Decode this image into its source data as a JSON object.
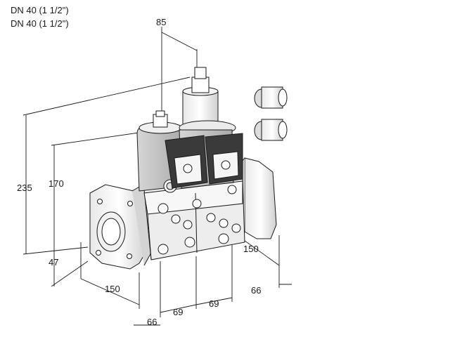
{
  "header": {
    "line1": "DN 40 (1 1/2\")",
    "line2": "DN 40 (1 1/2\")"
  },
  "dimensions": {
    "top_width": "85",
    "total_height": "235",
    "upper_height": "170",
    "lower_height": "47",
    "flange_left": "150",
    "flange_right": "150",
    "offset_left": "66",
    "offset_right": "66",
    "spacing_a": "69",
    "spacing_b": "69"
  }
}
